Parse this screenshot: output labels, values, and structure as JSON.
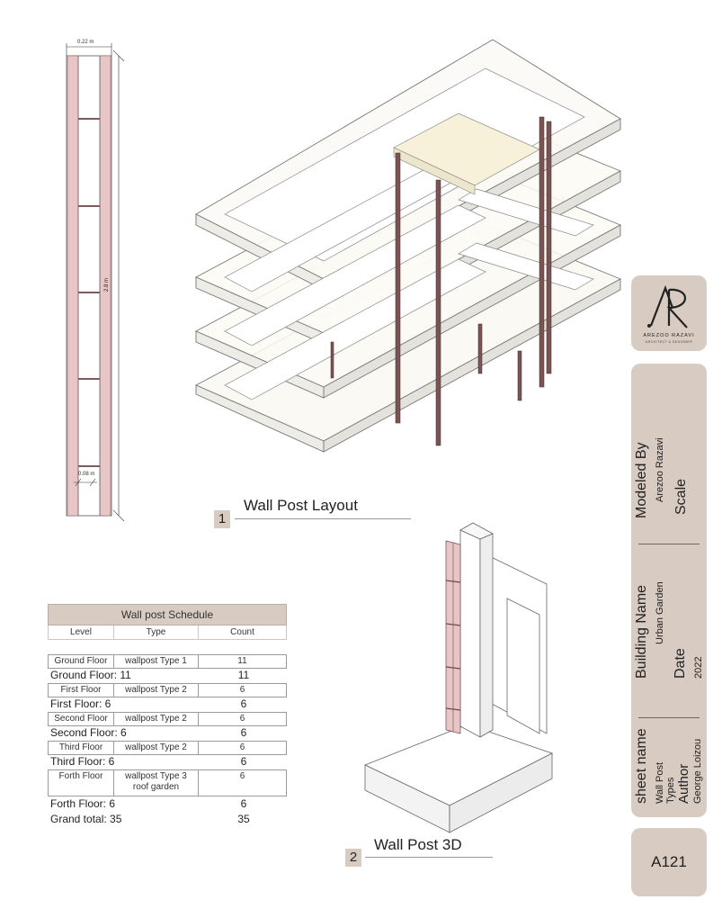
{
  "left_elevation": {
    "top_dim": "0.22 m",
    "height_dim": "2.8 m",
    "post_dim": "0.08 m"
  },
  "view1": {
    "number": "1",
    "title": "Wall Post Layout"
  },
  "view2": {
    "number": "2",
    "title": "Wall Post 3D"
  },
  "schedule": {
    "title": "Wall post Schedule",
    "headers": [
      "Level",
      "Type",
      "Count"
    ],
    "rows": [
      {
        "level": "Ground Floor",
        "type": "wallpost Type 1",
        "count": "11",
        "summary": "Ground Floor: 11",
        "summary_count": "11"
      },
      {
        "level": "First Floor",
        "type": "wallpost Type 2",
        "count": "6",
        "summary": "First Floor: 6",
        "summary_count": "6"
      },
      {
        "level": "Second Floor",
        "type": "wallpost Type 2",
        "count": "6",
        "summary": "Second Floor: 6",
        "summary_count": "6"
      },
      {
        "level": "Third Floor",
        "type": "wallpost Type 2",
        "count": "6",
        "summary": "Third Floor: 6",
        "summary_count": "6"
      },
      {
        "level": "Forth Floor",
        "type": "wallpost Type 3\nroof garden",
        "count": "6",
        "summary": "Forth Floor: 6",
        "summary_count": "6"
      }
    ],
    "grand_total": "Grand total: 35",
    "grand_total_count": "35"
  },
  "logo": {
    "monogram": "AR",
    "name": "AREZOO RAZAVI",
    "tagline": "ARCHITECT & DESIGNER"
  },
  "title_block": {
    "modeled_by_label": "Modeled By",
    "modeled_by": "Arezoo Razavi",
    "scale_label": "Scale",
    "building_name_label": "Building Name",
    "building_name": "Urban Garden",
    "date_label": "Date",
    "date": "2022",
    "sheet_name_label": "sheet name",
    "sheet_name_1": "Wall Post",
    "sheet_name_2": "Types",
    "author_label": "Author",
    "author": "George Loizou",
    "sheet_number": "A121"
  }
}
